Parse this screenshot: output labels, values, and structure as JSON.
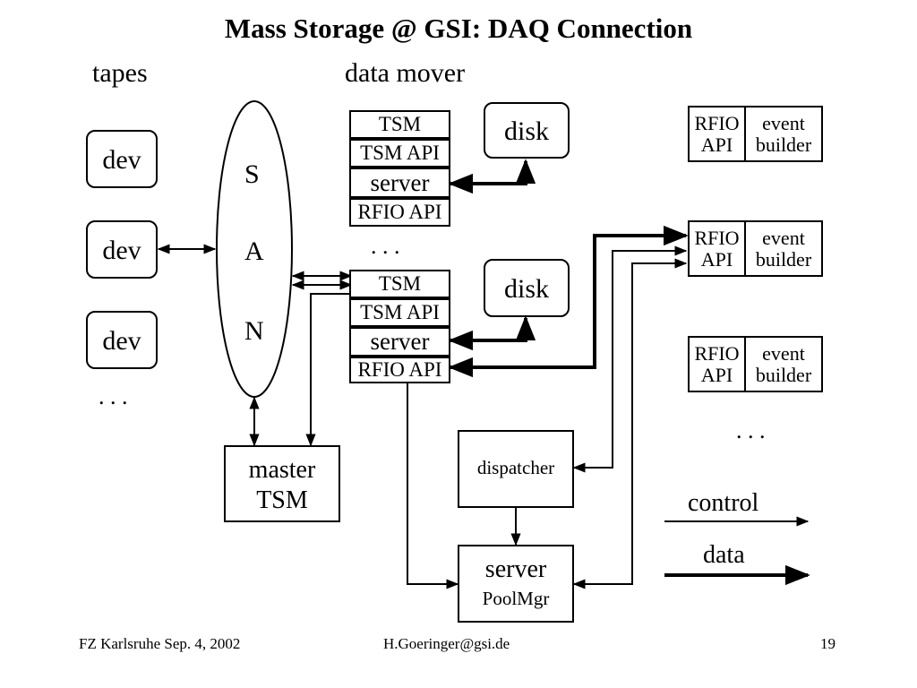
{
  "title": "Mass Storage @ GSI: DAQ Connection",
  "headers": {
    "tapes": "tapes",
    "data_mover": "data mover"
  },
  "devices": [
    "dev",
    "dev",
    "dev"
  ],
  "ellipsis": ". . .",
  "san": [
    "S",
    "A",
    "N"
  ],
  "server_stack": [
    "TSM",
    "TSM API",
    "server",
    "RFIO API"
  ],
  "disk": "disk",
  "master_tsm": [
    "master",
    "TSM"
  ],
  "builder": {
    "rfio": "RFIO",
    "api": "API",
    "event": "event",
    "builder": "builder"
  },
  "dispatcher": "dispatcher",
  "poolmgr": {
    "server": "server",
    "name": "PoolMgr"
  },
  "legend": {
    "control": "control",
    "data": "data"
  },
  "footer": {
    "left": "FZ Karlsruhe  Sep. 4, 2002",
    "center": "H.Goeringer@gsi.de",
    "page": "19"
  }
}
